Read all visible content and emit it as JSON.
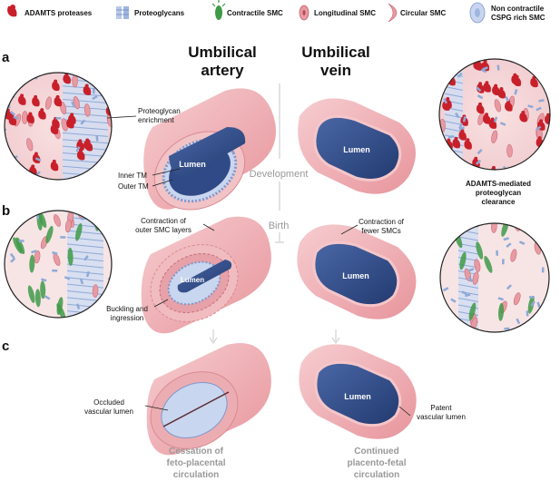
{
  "legend": {
    "adamts": "ADAMTS proteases",
    "proteoglycans": "Proteoglycans",
    "contractile_smc": "Contractile SMC",
    "longitudinal_smc": "Longitudinal SMC",
    "circular_smc": "Circular SMC",
    "noncontractile_line1": "Non contractile",
    "noncontractile_line2": "CSPG rich SMC"
  },
  "columns": {
    "artery_line1": "Umbilical",
    "artery_line2": "artery",
    "vein_line1": "Umbilical",
    "vein_line2": "vein"
  },
  "panels": {
    "a": "a",
    "b": "b",
    "c": "c"
  },
  "stages": {
    "development": "Development",
    "birth": "Birth"
  },
  "lumen": "Lumen",
  "annotations": {
    "pg_line1": "Proteoglycan",
    "pg_line2": "enrichment",
    "inner_tm": "Inner TM",
    "outer_tm": "Outer TM",
    "adamts_line1": "ADAMTS-mediated",
    "adamts_line2": "proteoglycan",
    "adamts_line3": "clearance",
    "contract_outer_line1": "Contraction of",
    "contract_outer_line2": "outer SMC layers",
    "contract_fewer_line1": "Contraction of",
    "contract_fewer_line2": "fewer SMCs",
    "buckling_line1": "Buckling and",
    "buckling_line2": "ingression",
    "occluded_line1": "Occluded",
    "occluded_line2": "vascular lumen",
    "patent_line1": "Patent",
    "patent_line2": "vascular lumen"
  },
  "outcomes": {
    "artery_line1": "Cessation of",
    "artery_line2": "feto-placental",
    "artery_line3": "circulation",
    "vein_line1": "Continued",
    "vein_line2": "placento-fetal",
    "vein_line3": "circulation"
  },
  "colors": {
    "smc_pink": "#e89aa2",
    "wall_pink": "#f1b9bd",
    "lumen_blue": "#2f4a86",
    "pg_blue": "#8fa9d6",
    "adamts_red": "#c8202a",
    "contractile_green": "#3f9a48"
  }
}
